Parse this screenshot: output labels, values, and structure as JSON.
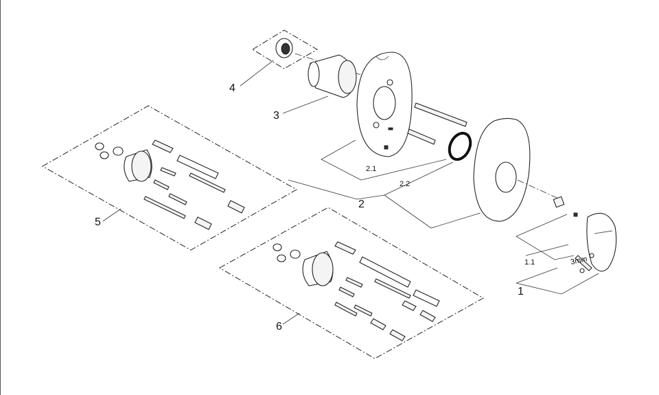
{
  "callouts": {
    "c1": "1",
    "c1_1": "1.1",
    "c2": "2",
    "c2_1": "2.1",
    "c2_2": "2.2",
    "c3": "3",
    "c4": "4",
    "c5": "5",
    "c6": "6",
    "tool_size": "3mm"
  },
  "colors": {
    "line": "#222222",
    "background": "#ffffff"
  }
}
